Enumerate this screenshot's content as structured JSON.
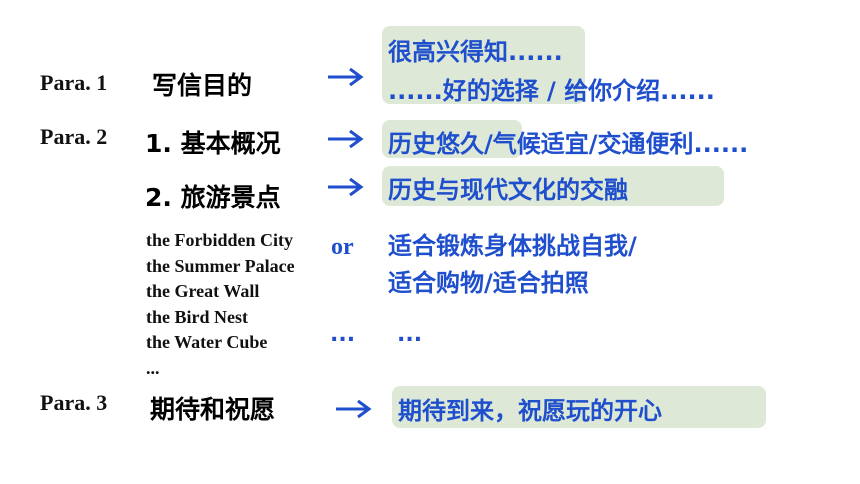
{
  "para1": {
    "label": "Para. 1",
    "heading": "写信目的",
    "line1": "很高兴得知......",
    "line2_highlight": "......好的选择 / ",
    "line2_rest": "给你介绍......"
  },
  "para2": {
    "label": "Para. 2",
    "heading1": "1. 基本概况",
    "detail1_highlight": "历史悠久",
    "detail1_rest": "/气候适宜/交通便利......",
    "heading2": "2. 旅游景点",
    "detail2": "历史与现代文化的交融",
    "places": [
      "the Forbidden City",
      "the Summer Palace",
      "the Great Wall",
      "the Bird Nest",
      "the Water Cube",
      "..."
    ],
    "or": "or",
    "alt_line1": "适合锻炼身体挑战自我/",
    "alt_line2": "适合购物/适合拍照",
    "dots_left": "...",
    "dots_right": "..."
  },
  "para3": {
    "label": "Para. 3",
    "heading": "期待和祝愿",
    "detail": "期待到来，祝愿玩的开心"
  },
  "colors": {
    "accent": "#1f4fcc",
    "highlight": "#dde8d6"
  },
  "icons": {
    "arrow": "arrow-right-icon"
  }
}
